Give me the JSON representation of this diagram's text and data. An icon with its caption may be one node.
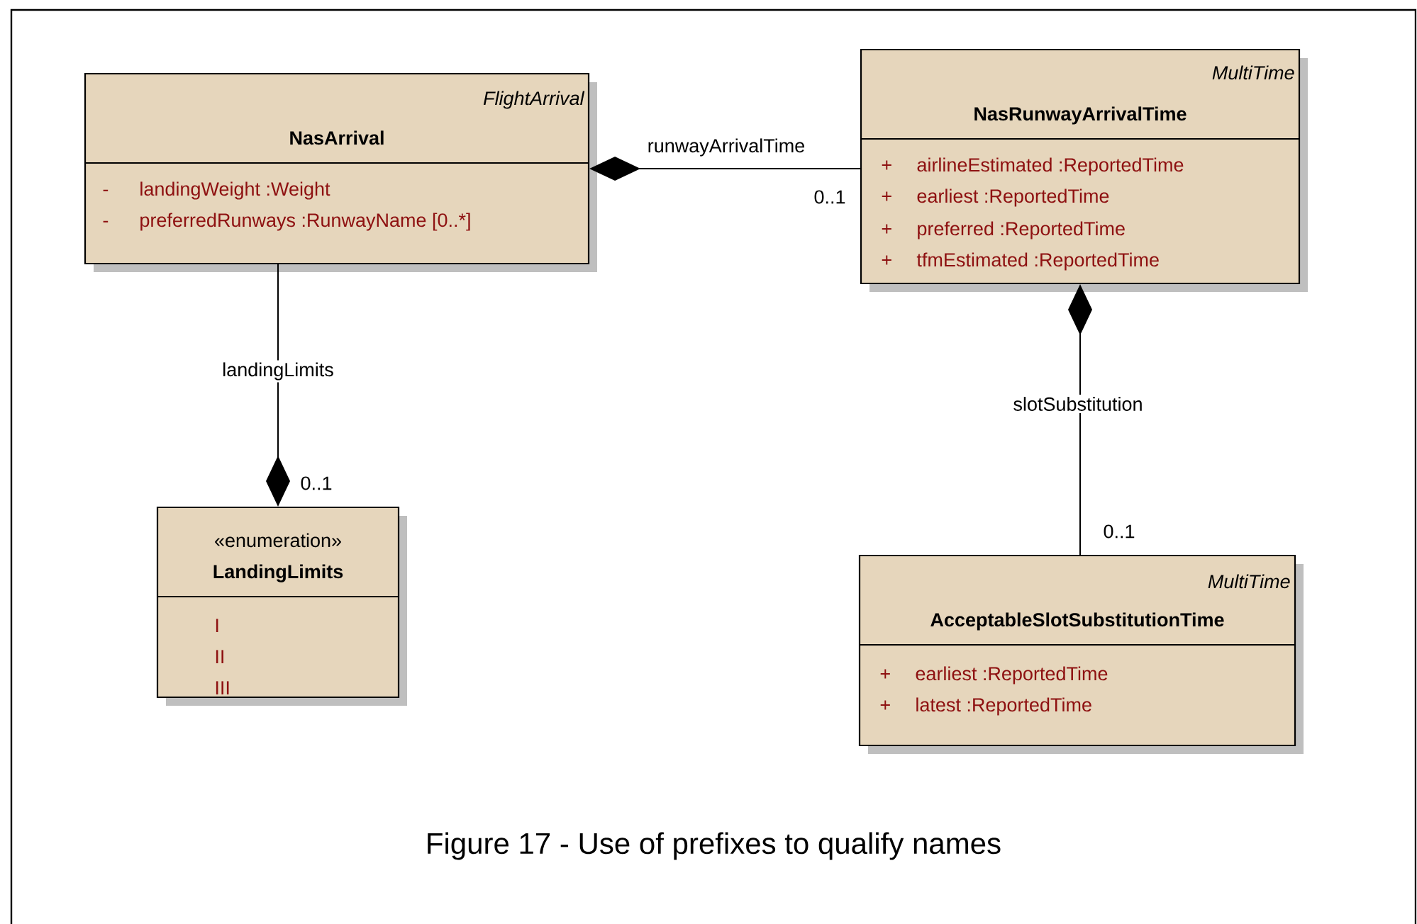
{
  "diagram": {
    "caption": "Figure 17 - Use of prefixes to qualify names",
    "nodes": [
      {
        "text": [
          "FlightArrival",
          "NasArrival",
          "-",
          "landingWeight :Weight",
          "-",
          "preferredRunways :RunwayName [0..*]"
        ]
      },
      {
        "text": [
          "MultiTime",
          "NasRunwayArrivalTime",
          "+",
          "airlineEstimated :ReportedTime",
          "+",
          "earliest :ReportedTime",
          "+",
          "preferred :ReportedTime",
          "+",
          "tfmEstimated :ReportedTime"
        ]
      },
      {
        "text": [
          "«enumeration»",
          "LandingLimits",
          "I",
          "II",
          "III"
        ]
      },
      {
        "text": [
          "MultiTime",
          "AcceptableSlotSubstitutionTime",
          "+",
          "earliest :ReportedTime",
          "+",
          "latest :ReportedTime"
        ]
      }
    ],
    "edges": [
      {
        "from": 0,
        "to": 1,
        "arrow": "other",
        "label": "runwayArrivalTime"
      },
      {
        "from": 2,
        "to": 0,
        "arrow": "other",
        "label": "landingLimits"
      },
      {
        "from": 1,
        "to": 3,
        "arrow": "other",
        "label": "slotSubstitution"
      }
    ],
    "labels": [
      "0..1",
      "0..1",
      "0..1"
    ]
  }
}
